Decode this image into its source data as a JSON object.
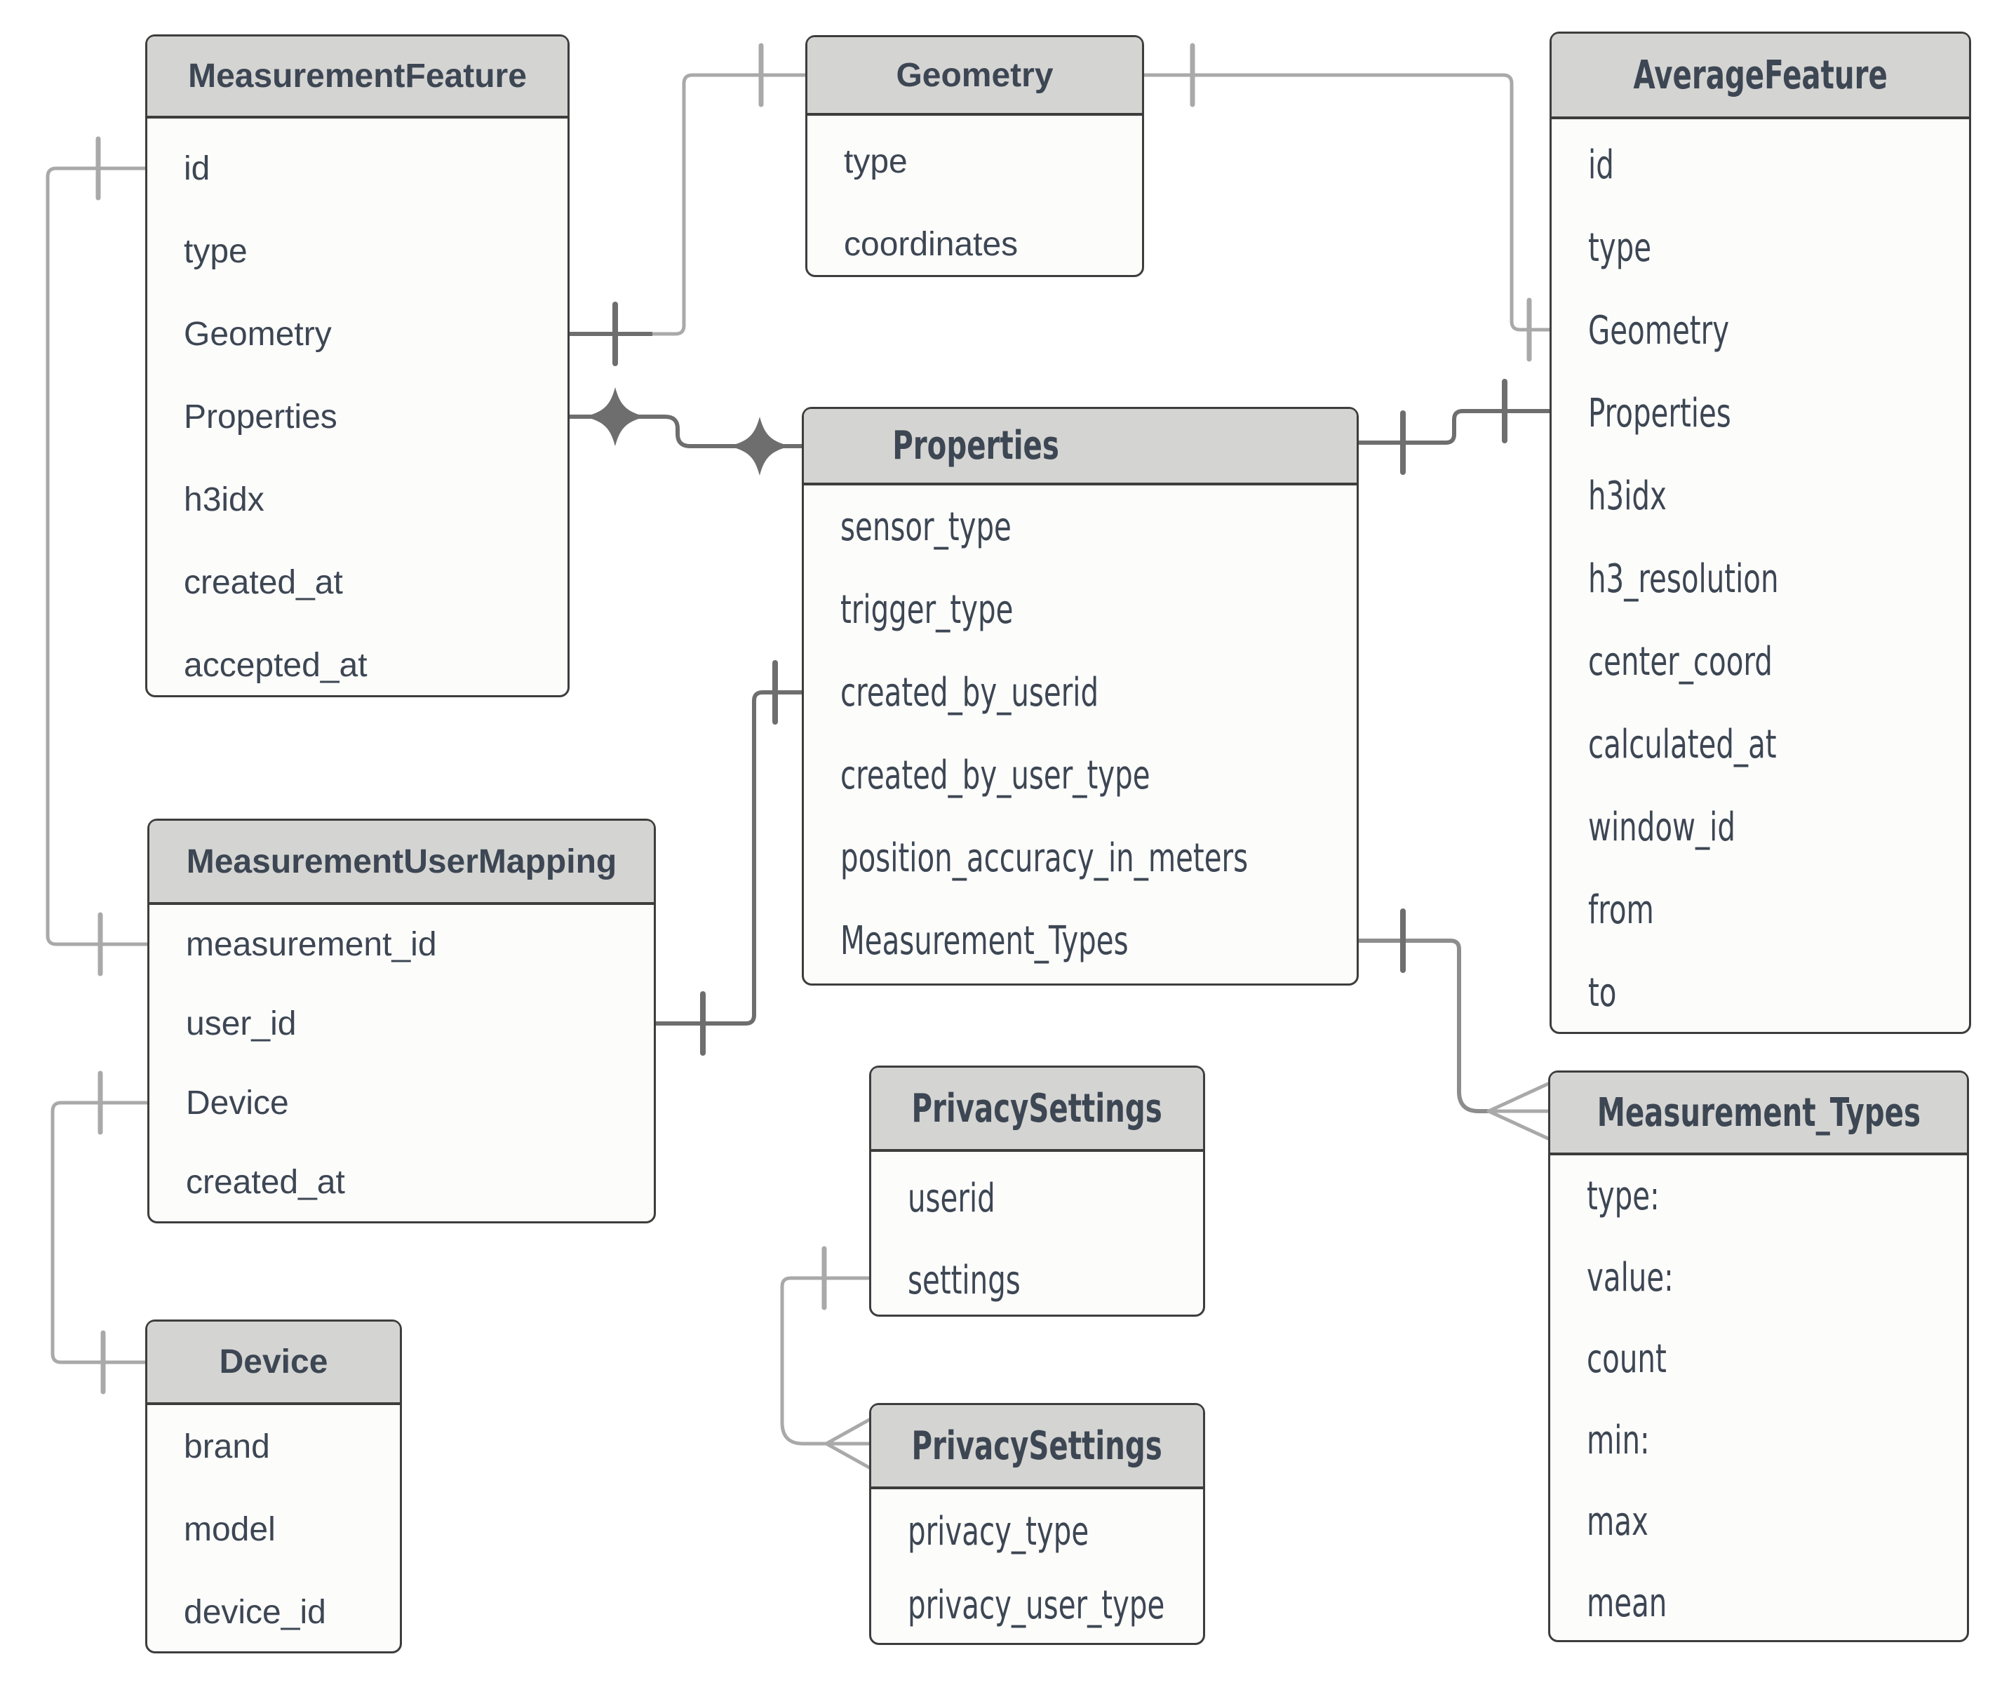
{
  "diagram": {
    "kind": "entity-relationship-diagram",
    "background": "#ffffff",
    "colors": {
      "entity_border": "#3d3d3d",
      "entity_header_fill": "#d4d4d2",
      "entity_body_fill": "#fcfcfb",
      "text": "#3d4653",
      "connector_light": "#a9a9a9",
      "connector_dark": "#6e6e6e"
    }
  },
  "entities": [
    {
      "title": "MeasurementFeature",
      "fields": [
        "id",
        "type",
        "Geometry",
        "Properties",
        "h3idx",
        "created_at",
        "accepted_at"
      ]
    },
    {
      "title": "Geometry",
      "fields": [
        "type",
        "coordinates"
      ]
    },
    {
      "title": "AverageFeature",
      "fields": [
        "id",
        "type",
        "Geometry",
        "Properties",
        "h3idx",
        "h3_resolution",
        "center_coord",
        "calculated_at",
        "window_id",
        "from",
        "to"
      ]
    },
    {
      "title": "Properties",
      "fields": [
        "sensor_type",
        "trigger_type",
        "created_by_userid",
        "created_by_user_type",
        "position_accuracy_in_meters",
        "Measurement_Types"
      ]
    },
    {
      "title": "MeasurementUserMapping",
      "fields": [
        "measurement_id",
        "user_id",
        "Device",
        "created_at"
      ]
    },
    {
      "title": "PrivacySettings",
      "fields": [
        "userid",
        "settings"
      ]
    },
    {
      "title": "PrivacySettings",
      "fields": [
        "privacy_type",
        "privacy_user_type"
      ]
    },
    {
      "title": "Device",
      "fields": [
        "brand",
        "model",
        "device_id"
      ]
    },
    {
      "title": "Measurement_Types",
      "fields": [
        "type:",
        "value:",
        "count",
        "min:",
        "max",
        "mean"
      ]
    }
  ],
  "relationships": [
    {
      "from": "MeasurementFeature.id",
      "to": "MeasurementUserMapping.measurement_id",
      "from_end": "one",
      "to_end": "one"
    },
    {
      "from": "MeasurementFeature.Geometry",
      "to": "Geometry",
      "from_end": "one",
      "to_end": "one"
    },
    {
      "from": "MeasurementFeature.Properties",
      "to": "Properties",
      "from_end": "many",
      "to_end": "many"
    },
    {
      "from": "Geometry",
      "to": "AverageFeature.Geometry",
      "from_end": "one",
      "to_end": "one"
    },
    {
      "from": "Properties",
      "to": "AverageFeature.Properties",
      "from_end": "one",
      "to_end": "one"
    },
    {
      "from": "Properties.Measurement_Types",
      "to": "Measurement_Types",
      "from_end": "one",
      "to_end": "many"
    },
    {
      "from": "MeasurementUserMapping.user_id",
      "to": "Properties.created_by_userid",
      "from_end": "one",
      "to_end": "one"
    },
    {
      "from": "MeasurementUserMapping.Device",
      "to": "Device",
      "from_end": "one",
      "to_end": "one"
    },
    {
      "from": "PrivacySettings.settings",
      "to": "PrivacySettings",
      "from_end": "one",
      "to_end": "many"
    }
  ]
}
